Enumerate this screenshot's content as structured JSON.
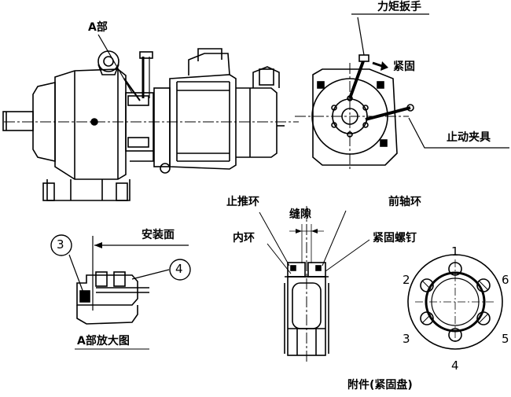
{
  "labels": {
    "a_part": "A部",
    "torque_wrench": "力矩扳手",
    "tighten": "紧固",
    "stop_clamp": "止动夹具",
    "mount_face": "安装面",
    "a_part_enlarged": "A部放大图",
    "thrust_ring": "止推环",
    "gap": "缝隙",
    "front_shaft_ring": "前轴环",
    "inner_ring": "内环",
    "set_screw": "紧固螺钉",
    "accessory": "附件(紧固盘)"
  },
  "callouts": {
    "c3": "3",
    "c4": "4"
  },
  "bolt_order": [
    "1",
    "2",
    "3",
    "4",
    "5",
    "6"
  ]
}
